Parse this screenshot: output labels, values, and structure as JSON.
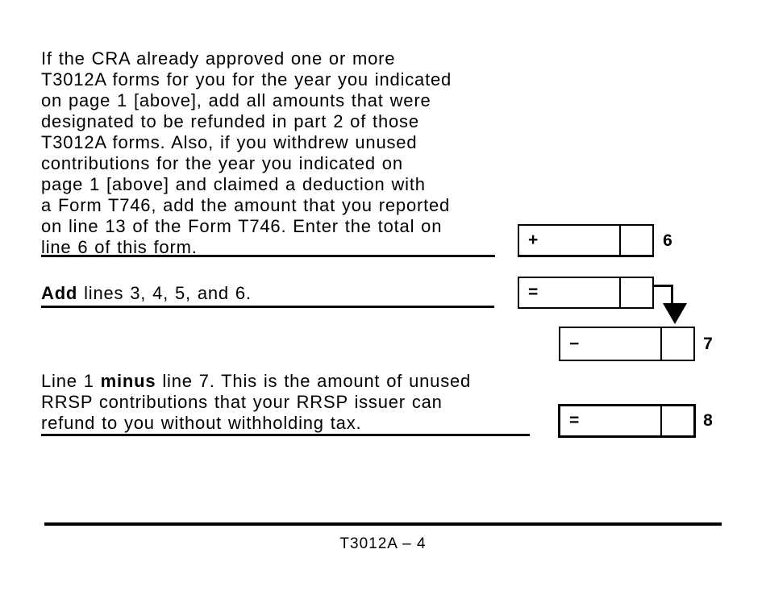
{
  "page": {
    "background": "#ffffff",
    "ink": "#000000"
  },
  "instructions": {
    "paragraph1": {
      "lines": [
        "If the CRA already approved one or more",
        "T3012A forms for you for the year you indicated",
        "on page 1 [above], add all amounts that were",
        "designated to be refunded in part 2 of those",
        "T3012A forms. Also, if you withdrew unused",
        "contributions for the year you indicated on",
        "page 1 [above] and claimed a deduction with",
        "a Form T746, add the amount that you reported",
        "on line 13 of the Form T746. Enter the total on",
        "line 6 of this form."
      ]
    },
    "paragraph2": {
      "bold": "Add",
      "rest": " lines 3, 4, 5, and 6."
    },
    "paragraph3": {
      "line1_pre": "Line 1 ",
      "line1_bold": "minus",
      "line1_post": " line 7. This is the amount of unused",
      "line2": "RRSP contributions that your RRSP issuer can",
      "line3": "refund to you without withholding tax."
    }
  },
  "fields": {
    "line6": {
      "operator": "+",
      "line_number": "6",
      "value": "",
      "cents": ""
    },
    "subtotal": {
      "operator": "=",
      "value": "",
      "cents": ""
    },
    "line7": {
      "operator": "−",
      "line_number": "7",
      "value": "",
      "cents": ""
    },
    "line8": {
      "operator": "=",
      "line_number": "8",
      "value": "",
      "cents": ""
    }
  },
  "icons": {
    "arrow_down": "▼"
  },
  "footer": {
    "page_label": "T3012A – 4"
  }
}
